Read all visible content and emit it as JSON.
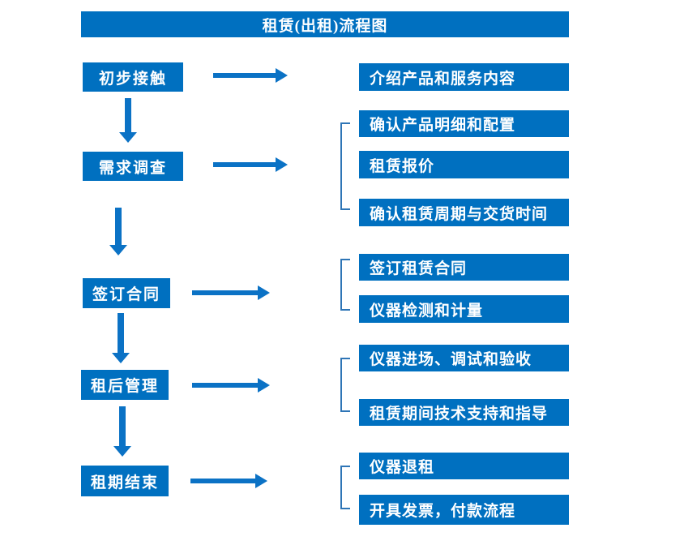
{
  "title": "租赁(出租)流程图",
  "colors": {
    "primary_blue": "#0070C0",
    "arrow_blue": "#0B72C5",
    "bracket_blue": "#2E75B6",
    "text_white": "#FFFFFF"
  },
  "steps": [
    {
      "label": "初步接触",
      "details": [
        "介绍产品和服务内容"
      ]
    },
    {
      "label": "需求调查",
      "details": [
        "确认产品明细和配置",
        "租赁报价",
        "确认租赁周期与交货时间"
      ]
    },
    {
      "label": "签订合同",
      "details": [
        "签订租赁合同",
        "仪器检测和计量"
      ]
    },
    {
      "label": "租后管理",
      "details": [
        "仪器进场、调试和验收",
        "租赁期间技术支持和指导"
      ]
    },
    {
      "label": "租期结束",
      "details": [
        "仪器退租",
        "开具发票，付款流程"
      ]
    }
  ]
}
